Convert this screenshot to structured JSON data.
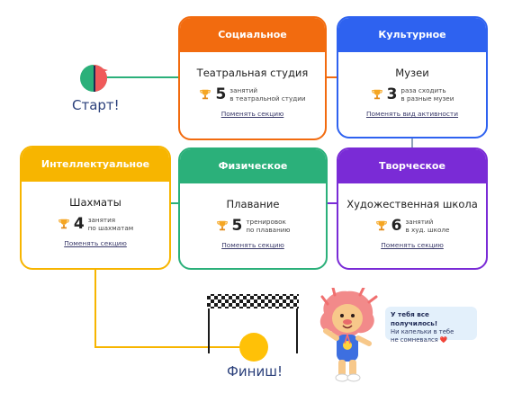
{
  "start": {
    "label": "Старт!"
  },
  "finish": {
    "label": "Финиш!"
  },
  "speech": {
    "line1": "У тебя все получилось!",
    "line2": "Ни капельки в тебе",
    "line3": "не сомневался ❤️"
  },
  "cards": {
    "social": {
      "header": "Социальное",
      "title": "Театральная студия",
      "count": "5",
      "desc1": "занятий",
      "desc2": "в театральной студии",
      "link": "Поменять секцию",
      "color": "#f26b0f"
    },
    "cultural": {
      "header": "Культурное",
      "title": "Музеи",
      "count": "3",
      "desc1": "раза сходить",
      "desc2": "в разные музеи",
      "link": "Поменять вид активности",
      "color": "#2e62f0"
    },
    "intellectual": {
      "header": "Интеллектуальное",
      "title": "Шахматы",
      "count": "4",
      "desc1": "занятия",
      "desc2": "по шахматам",
      "link": "Поменять секцию",
      "color": "#f7b500"
    },
    "physical": {
      "header": "Физическое",
      "title": "Плавание",
      "count": "5",
      "desc1": "тренировок",
      "desc2": "по плаванию",
      "link": "Поменять секцию",
      "color": "#2bb07a"
    },
    "creative": {
      "header": "Творческое",
      "title": "Художественная школа",
      "count": "6",
      "desc1": "занятий",
      "desc2": "в худ. школе",
      "link": "Поменять секцию",
      "color": "#7a2bd6"
    }
  },
  "icons": {
    "trophy": "trophy-icon",
    "flag": "start-flag-icon",
    "finish_flag": "finish-checkered-flag",
    "mascot": "lion-mascot"
  }
}
